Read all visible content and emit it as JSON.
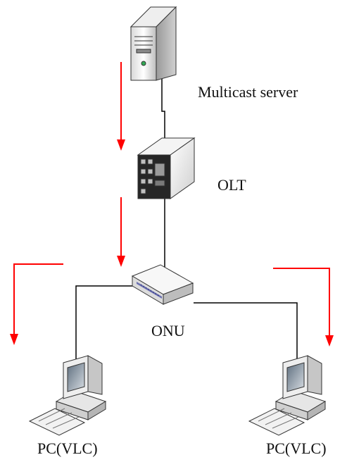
{
  "labels": {
    "server": "Multicast server",
    "olt": "OLT",
    "onu": "ONU",
    "pc_left": "PC(VLC)",
    "pc_right": "PC(VLC)"
  },
  "colors": {
    "arrow": "#ff0000",
    "link": "#000000"
  }
}
